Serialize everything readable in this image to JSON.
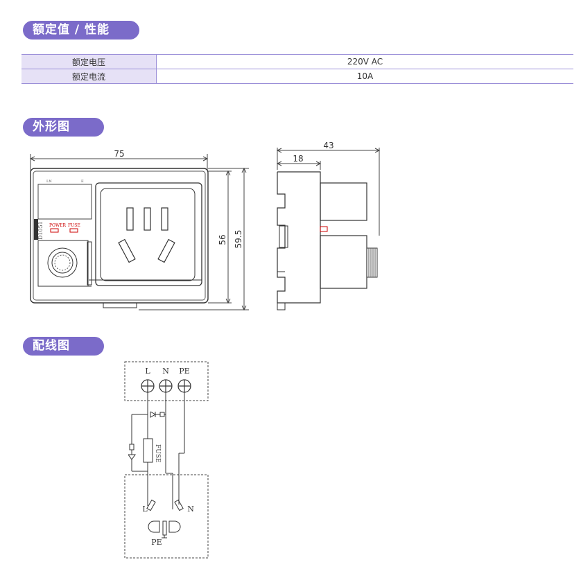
{
  "sections": {
    "rating_title": "额定值 / 性能",
    "outline_title": "外形图",
    "wiring_title": "配线图"
  },
  "specs": [
    {
      "label": "额定电压",
      "value": "220V AC"
    },
    {
      "label": "额定电流",
      "value": "10A"
    }
  ],
  "front_view": {
    "width_dim": "75",
    "height_inner_dim": "56",
    "height_outer_dim": "59.5",
    "label_ln": "LN",
    "label_e": "E",
    "label_power": "POWER",
    "label_fuse": "FUSE",
    "label_model": "D1051"
  },
  "side_view": {
    "depth_dim": "43",
    "body_dim": "18"
  },
  "wiring": {
    "term_l": "L",
    "term_n": "N",
    "term_pe": "PE",
    "fuse_label": "FUSE",
    "socket_l": "L",
    "socket_n": "N",
    "socket_pe": "PE"
  },
  "colors": {
    "accent": "#7b6bc9",
    "table_key_bg": "#e6e1f6",
    "indicator": "#cc0000"
  }
}
